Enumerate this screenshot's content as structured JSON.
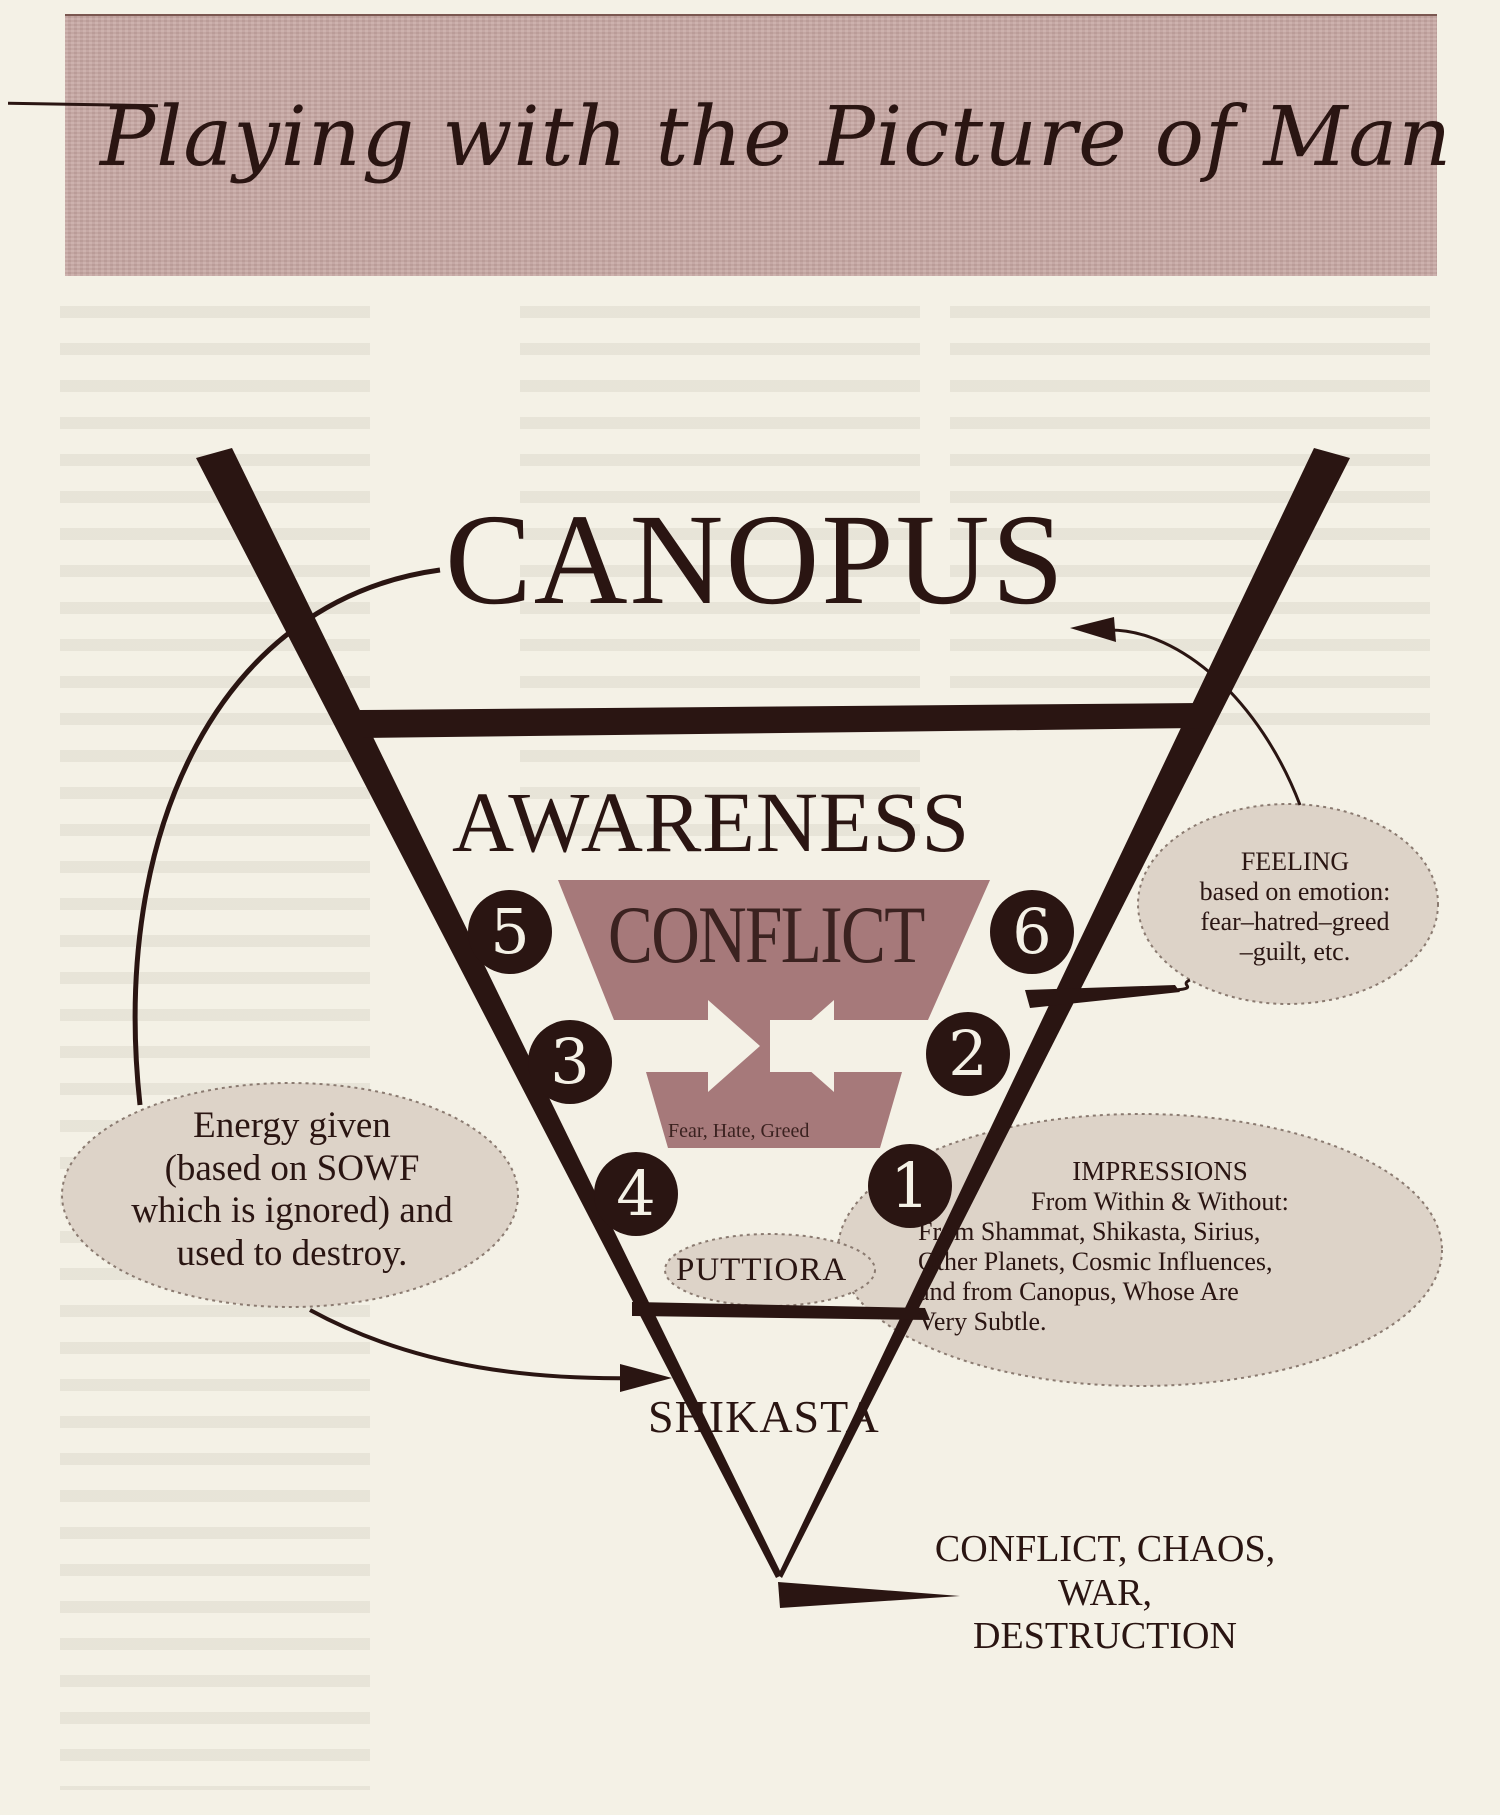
{
  "title": "Playing with the Picture of Man",
  "levels": {
    "top": "CANOPUS",
    "middle": "AWARENESS",
    "core": "CONFLICT",
    "core_sub": "Fear, Hate, Greed",
    "puttiora": "PUTTIORA",
    "bottom": "SHIKASTA"
  },
  "markers": [
    "1",
    "2",
    "3",
    "4",
    "5",
    "6"
  ],
  "feeling": {
    "head": "FEELING",
    "lines": [
      "based on emotion:",
      "fear–hatred–greed",
      "–guilt, etc."
    ]
  },
  "energy": {
    "lines": [
      "Energy given",
      "(based on SOWF",
      "which is ignored) and",
      "used to destroy."
    ]
  },
  "impressions": {
    "head": "IMPRESSIONS",
    "lines": [
      "From Within & Without:",
      "From Shammat, Shikasta, Sirius,",
      "Other Planets, Cosmic Influences,",
      "and from Canopus, Whose Are",
      "Very Subtle."
    ]
  },
  "outcome": {
    "lines": [
      "CONFLICT, CHAOS,",
      "WAR,",
      "DESTRUCTION"
    ]
  },
  "colors": {
    "ink": "#2a1512",
    "banner": "#c6a6a2",
    "conflict_fill": "#a6797a",
    "bubble_fill": "#ddd3c8",
    "paper": "#f4f1e6"
  }
}
